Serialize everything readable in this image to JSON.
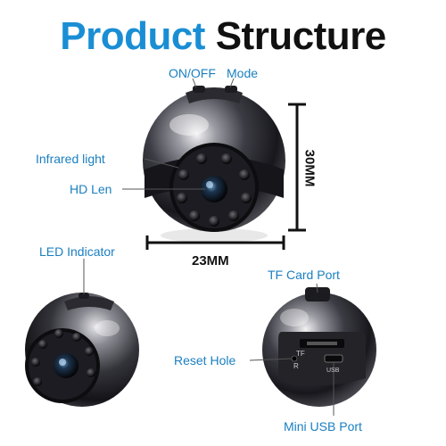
{
  "title": {
    "word1": "Product",
    "word2": "Structure"
  },
  "labels": {
    "on_off": "ON/OFF",
    "mode": "Mode",
    "infrared_light": "Infrared light",
    "hd_len": "HD Len",
    "led_indicator": "LED Indicator",
    "tf_card_port": "TF Card Port",
    "reset_hole": "Reset Hole",
    "mini_usb_port": "Mini USB Port"
  },
  "dimensions": {
    "height": "30MM",
    "width": "23MM"
  },
  "device_markings": {
    "tf": "TF",
    "reset": "R",
    "usb": "USB"
  },
  "colors": {
    "title_blue": "#1a8ed4",
    "label_blue": "#1a7fc0",
    "title_black": "#111111"
  }
}
